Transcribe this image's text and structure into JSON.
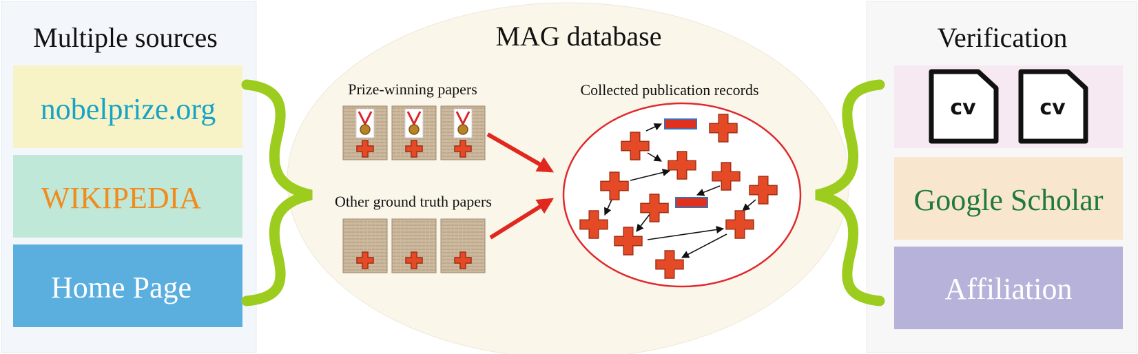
{
  "left_panel": {
    "title": "Multiple sources",
    "boxes": [
      {
        "label": "nobelprize.org",
        "bg": "#f7f3c6",
        "text_color": "#17a3c7"
      },
      {
        "label": "WIKIPEDIA",
        "bg": "#bfe8d9",
        "text_color": "#f08b1c"
      },
      {
        "label": "Home Page",
        "bg": "#5aafdf",
        "text_color": "#ffffff"
      }
    ]
  },
  "center_panel": {
    "title": "MAG database",
    "prize_label": "Prize-winning papers",
    "other_label": "Other ground truth papers",
    "records_label": "Collected publication records"
  },
  "right_panel": {
    "title": "Verification",
    "cv_label": "cv",
    "boxes": [
      {
        "label": "Google Scholar",
        "bg": "#f8e6cf",
        "text_color": "#1f7a3c"
      },
      {
        "label": "Affiliation",
        "bg": "#b7b2da",
        "text_color": "#ffffff"
      }
    ],
    "cv_box_bg": "#f7e9f1"
  },
  "colors": {
    "brace": "#9ccc1e",
    "cross": "#e44a25",
    "cross_stroke": "#a23018",
    "minus_fill": "#e0301e",
    "minus_stroke": "#3d6fb6",
    "ellipse_stroke": "#e0282c",
    "red_arrow": "#e0281e",
    "paper": "#c9b59a",
    "mag_bg": "#fbf6ea"
  }
}
